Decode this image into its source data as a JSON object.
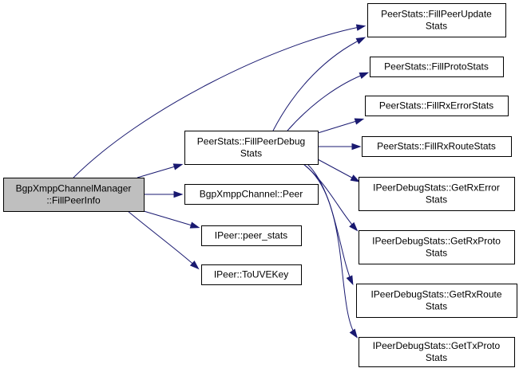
{
  "colors": {
    "node_fill": "#ffffff",
    "root_fill": "#bfbfbf",
    "edge": "#191970",
    "border": "#000000"
  },
  "nodes": [
    {
      "id": "root",
      "lines": [
        "BgpXmppChannelManager",
        "::FillPeerInfo"
      ],
      "root": true
    },
    {
      "id": "fillpeerdebug",
      "lines": [
        "PeerStats::FillPeerDebug",
        "Stats"
      ]
    },
    {
      "id": "bgpxmpppeer",
      "lines": [
        "BgpXmppChannel::Peer"
      ]
    },
    {
      "id": "peerstats",
      "lines": [
        "IPeer::peer_stats"
      ]
    },
    {
      "id": "touvekey",
      "lines": [
        "IPeer::ToUVEKey"
      ]
    },
    {
      "id": "fillpeerupdate",
      "lines": [
        "PeerStats::FillPeerUpdate",
        "Stats"
      ]
    },
    {
      "id": "fillproto",
      "lines": [
        "PeerStats::FillProtoStats"
      ]
    },
    {
      "id": "fillrxerror",
      "lines": [
        "PeerStats::FillRxErrorStats"
      ]
    },
    {
      "id": "fillrxroute",
      "lines": [
        "PeerStats::FillRxRouteStats"
      ]
    },
    {
      "id": "getrxerror",
      "lines": [
        "IPeerDebugStats::GetRxError",
        "Stats"
      ]
    },
    {
      "id": "getrxproto",
      "lines": [
        "IPeerDebugStats::GetRxProto",
        "Stats"
      ]
    },
    {
      "id": "getrxroute",
      "lines": [
        "IPeerDebugStats::GetRxRoute",
        "Stats"
      ]
    },
    {
      "id": "gettxproto",
      "lines": [
        "IPeerDebugStats::GetTxProto",
        "Stats"
      ]
    }
  ],
  "edges": [
    {
      "from": "root",
      "to": "fillpeerupdate"
    },
    {
      "from": "root",
      "to": "fillpeerdebug"
    },
    {
      "from": "root",
      "to": "bgpxmpppeer"
    },
    {
      "from": "root",
      "to": "peerstats"
    },
    {
      "from": "root",
      "to": "touvekey"
    },
    {
      "from": "fillpeerdebug",
      "to": "fillpeerupdate"
    },
    {
      "from": "fillpeerdebug",
      "to": "fillproto"
    },
    {
      "from": "fillpeerdebug",
      "to": "fillrxerror"
    },
    {
      "from": "fillpeerdebug",
      "to": "fillrxroute"
    },
    {
      "from": "fillpeerdebug",
      "to": "getrxerror"
    },
    {
      "from": "fillpeerdebug",
      "to": "getrxproto"
    },
    {
      "from": "fillpeerdebug",
      "to": "getrxroute"
    },
    {
      "from": "fillpeerdebug",
      "to": "gettxproto"
    }
  ]
}
